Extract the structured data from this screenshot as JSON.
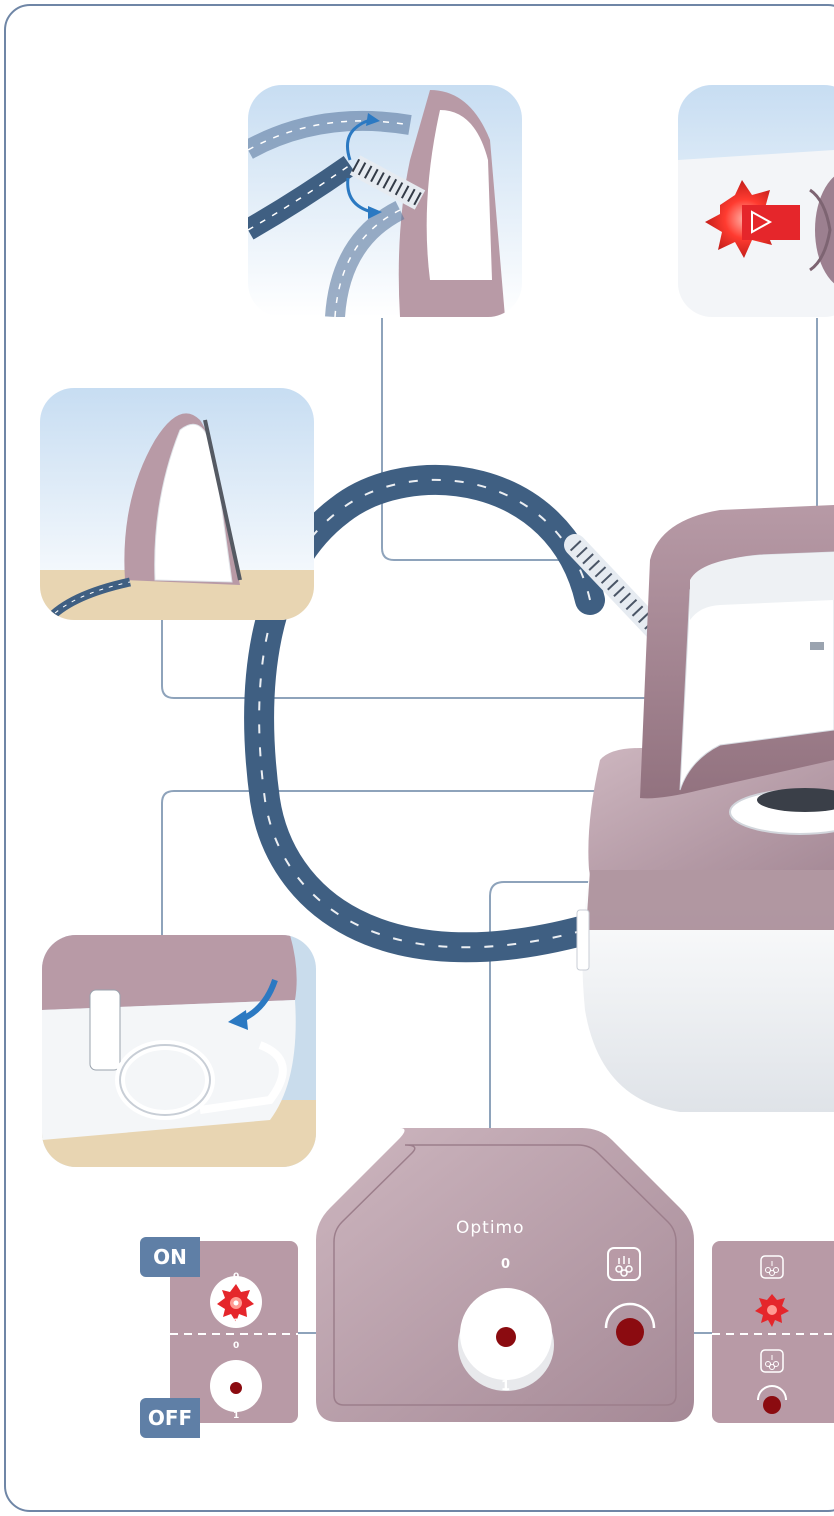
{
  "control_panel": {
    "brand_label": "Optimo",
    "dial_top_label": "0",
    "dial_bottom_label": "1"
  },
  "power_states": {
    "on_label": "ON",
    "off_label": "OFF",
    "dial_top_label": "0",
    "dial_bottom_label": "1"
  },
  "colors": {
    "frame": "#6f86a6",
    "hose_blue": "#3f5f82",
    "appliance_mauve": "#b89aa6",
    "indicator_red": "#e5262b",
    "leader_line": "#8ea3bb",
    "tag_blue": "#5f7fa6"
  },
  "icons": [
    "steam-icon",
    "curved-arrow-icon",
    "warning-burst-icon"
  ]
}
